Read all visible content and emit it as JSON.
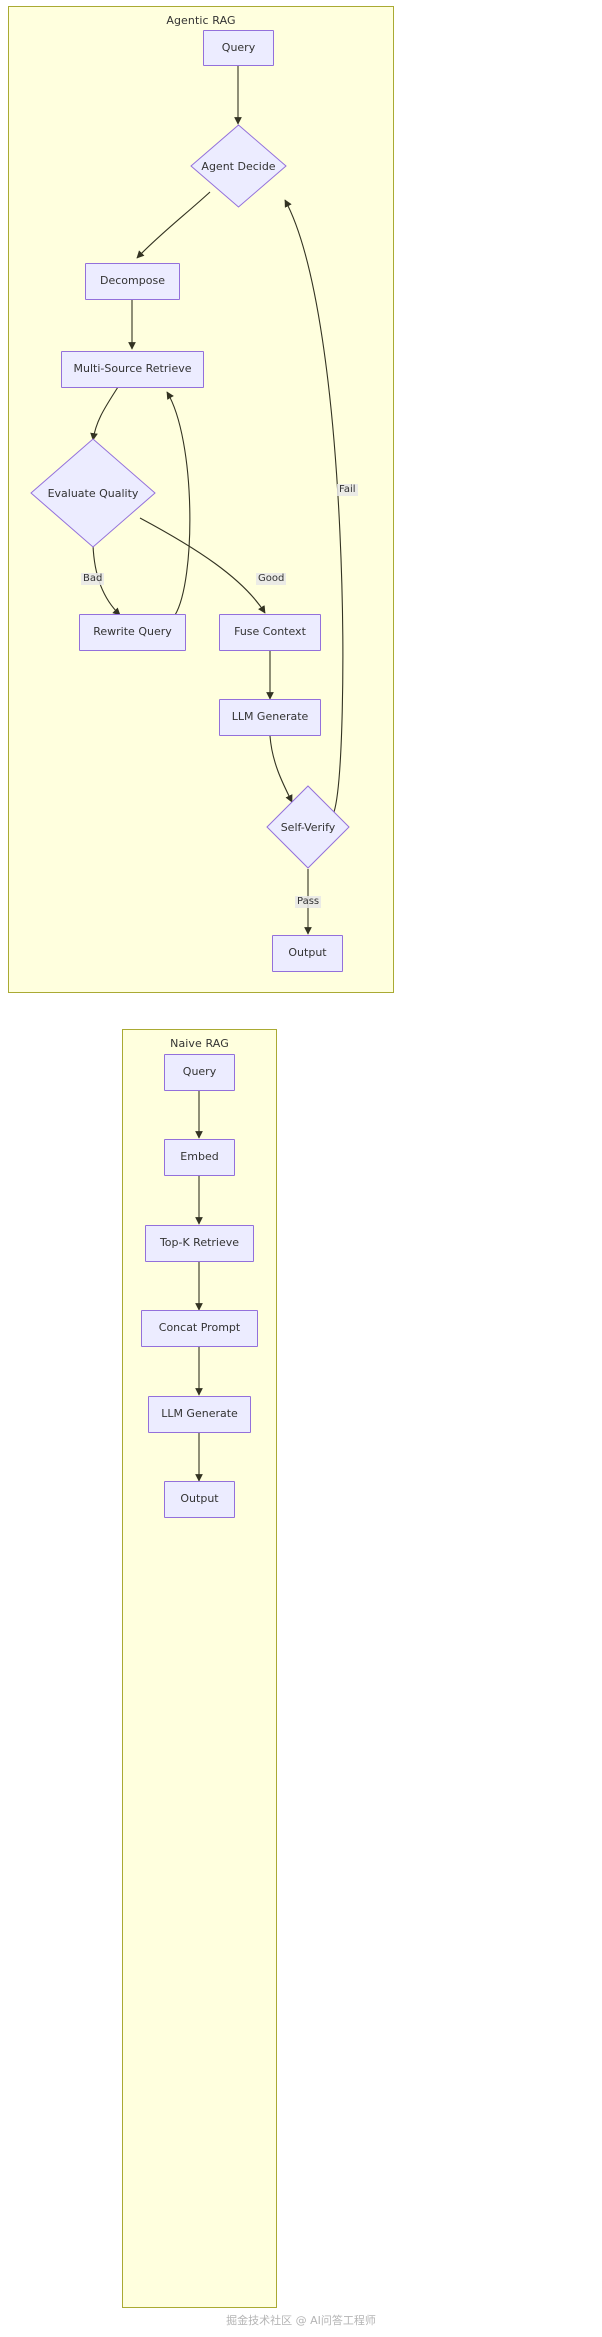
{
  "diagram": {
    "type": "flowchart",
    "subgraphs": [
      {
        "id": "agentic",
        "title": "Agentic RAG",
        "nodes": [
          {
            "id": "a_query",
            "label": "Query",
            "shape": "rect"
          },
          {
            "id": "a_decide",
            "label": "Agent Decide",
            "shape": "diamond"
          },
          {
            "id": "a_decomp",
            "label": "Decompose",
            "shape": "rect"
          },
          {
            "id": "a_multi",
            "label": "Multi-Source Retrieve",
            "shape": "rect"
          },
          {
            "id": "a_eval",
            "label": "Evaluate Quality",
            "shape": "diamond"
          },
          {
            "id": "a_rewrite",
            "label": "Rewrite Query",
            "shape": "rect"
          },
          {
            "id": "a_fuse",
            "label": "Fuse Context",
            "shape": "rect"
          },
          {
            "id": "a_llm",
            "label": "LLM Generate",
            "shape": "rect"
          },
          {
            "id": "a_verify",
            "label": "Self-Verify",
            "shape": "diamond"
          },
          {
            "id": "a_output",
            "label": "Output",
            "shape": "rect"
          }
        ],
        "edges": [
          {
            "from": "a_query",
            "to": "a_decide",
            "label": ""
          },
          {
            "from": "a_decide",
            "to": "a_decomp",
            "label": ""
          },
          {
            "from": "a_decomp",
            "to": "a_multi",
            "label": ""
          },
          {
            "from": "a_multi",
            "to": "a_eval",
            "label": ""
          },
          {
            "from": "a_eval",
            "to": "a_rewrite",
            "label": "Bad"
          },
          {
            "from": "a_rewrite",
            "to": "a_multi",
            "label": ""
          },
          {
            "from": "a_eval",
            "to": "a_fuse",
            "label": "Good"
          },
          {
            "from": "a_fuse",
            "to": "a_llm",
            "label": ""
          },
          {
            "from": "a_llm",
            "to": "a_verify",
            "label": ""
          },
          {
            "from": "a_verify",
            "to": "a_output",
            "label": "Pass"
          },
          {
            "from": "a_verify",
            "to": "a_decide",
            "label": "Fail"
          }
        ]
      },
      {
        "id": "naive",
        "title": "Naive RAG",
        "nodes": [
          {
            "id": "n_query",
            "label": "Query",
            "shape": "rect"
          },
          {
            "id": "n_embed",
            "label": "Embed",
            "shape": "rect"
          },
          {
            "id": "n_topk",
            "label": "Top-K Retrieve",
            "shape": "rect"
          },
          {
            "id": "n_concat",
            "label": "Concat Prompt",
            "shape": "rect"
          },
          {
            "id": "n_llm",
            "label": "LLM Generate",
            "shape": "rect"
          },
          {
            "id": "n_output",
            "label": "Output",
            "shape": "rect"
          }
        ],
        "edges": [
          {
            "from": "n_query",
            "to": "n_embed",
            "label": ""
          },
          {
            "from": "n_embed",
            "to": "n_topk",
            "label": ""
          },
          {
            "from": "n_topk",
            "to": "n_concat",
            "label": ""
          },
          {
            "from": "n_concat",
            "to": "n_llm",
            "label": ""
          },
          {
            "from": "n_llm",
            "to": "n_output",
            "label": ""
          }
        ]
      }
    ],
    "edge_labels": {
      "bad": "Bad",
      "good": "Good",
      "fail": "Fail",
      "pass": "Pass"
    },
    "colors": {
      "subgraph_fill": "#ffffde",
      "subgraph_border": "#aaaa33",
      "node_fill": "#ececff",
      "node_border": "#9370db",
      "edge_stroke": "#333322",
      "text": "#333333"
    }
  },
  "watermark": {
    "text": "掘金技术社区 @ AI问答工程师"
  }
}
